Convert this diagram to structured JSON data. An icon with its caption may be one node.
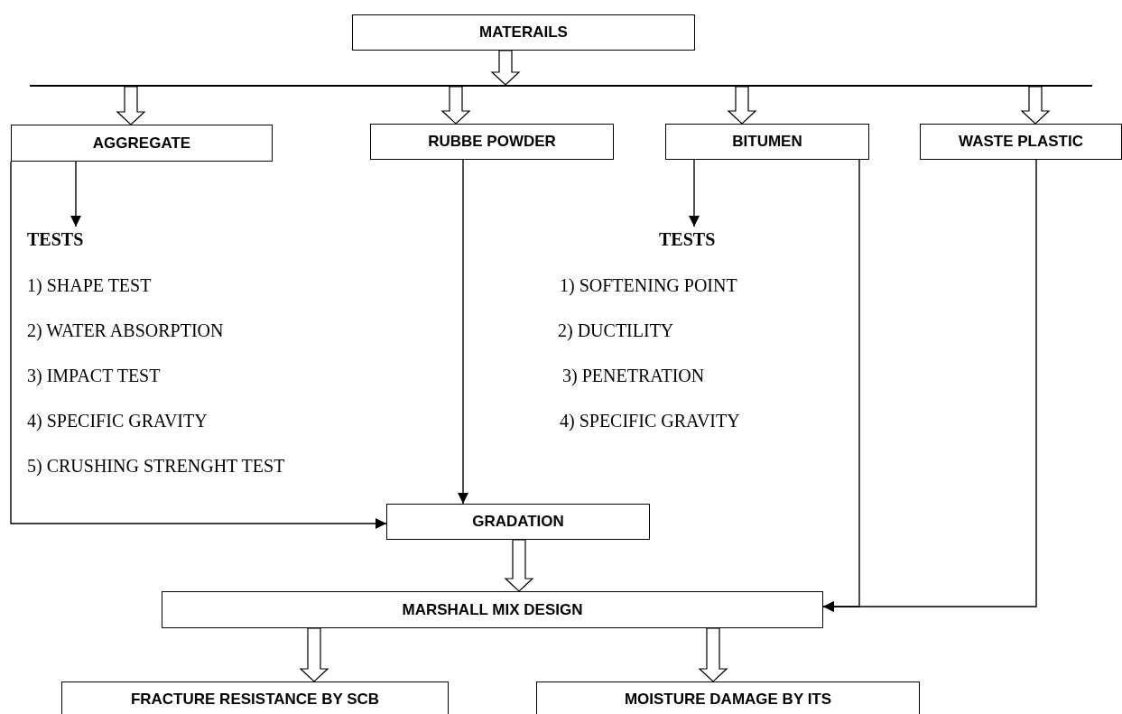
{
  "diagram": {
    "nodes": [
      {
        "text": [
          "MATERAILS"
        ]
      },
      {
        "text": [
          "AGGREGATE"
        ]
      },
      {
        "text": [
          "RUBBE POWDER"
        ]
      },
      {
        "text": [
          "BITUMEN"
        ]
      },
      {
        "text": [
          "WASTE PLASTIC"
        ]
      },
      {
        "text": [
          "TESTS"
        ]
      },
      {
        "text": [
          "TESTS"
        ]
      },
      {
        "text": [
          "GRADATION"
        ]
      },
      {
        "text": [
          "MARSHALL MIX DESIGN"
        ]
      },
      {
        "text": [
          "FRACTURE RESISTANCE BY SCB"
        ]
      },
      {
        "text": [
          "MOISTURE DAMAGE BY ITS"
        ]
      },
      {
        "text": [],
        "shape": "bar"
      }
    ],
    "edges": [
      {
        "from": 0,
        "to": 11,
        "arrow": "to",
        "style": "thick"
      },
      {
        "from": 11,
        "to": 1,
        "arrow": "to",
        "style": "thick"
      },
      {
        "from": 11,
        "to": 2,
        "arrow": "to",
        "style": "thick"
      },
      {
        "from": 11,
        "to": 3,
        "arrow": "to",
        "style": "thick"
      },
      {
        "from": 11,
        "to": 4,
        "arrow": "to",
        "style": "thick"
      },
      {
        "from": 1,
        "to": 5,
        "arrow": "to"
      },
      {
        "from": 3,
        "to": 6,
        "arrow": "to"
      },
      {
        "from": 1,
        "to": 7,
        "arrow": "to"
      },
      {
        "from": 2,
        "to": 7,
        "arrow": "to"
      },
      {
        "from": 3,
        "to": 8,
        "arrow": "to"
      },
      {
        "from": 4,
        "to": 8,
        "arrow": "to"
      },
      {
        "from": 7,
        "to": 8,
        "arrow": "to",
        "style": "thick"
      },
      {
        "from": 8,
        "to": 9,
        "arrow": "to",
        "style": "thick"
      },
      {
        "from": 8,
        "to": 10,
        "arrow": "to",
        "style": "thick"
      }
    ],
    "labels": [
      "1) SHAPE TEST",
      "1) SOFTENING POINT",
      "2) WATER ABSORPTION",
      "2) DUCTILITY",
      "3) IMPACT TEST",
      "3) PENETRATION",
      "4) SPECIFIC GRAVITY",
      "4) SPECIFIC GRAVITY",
      "5) CRUSHING STRENGHT TEST"
    ]
  }
}
